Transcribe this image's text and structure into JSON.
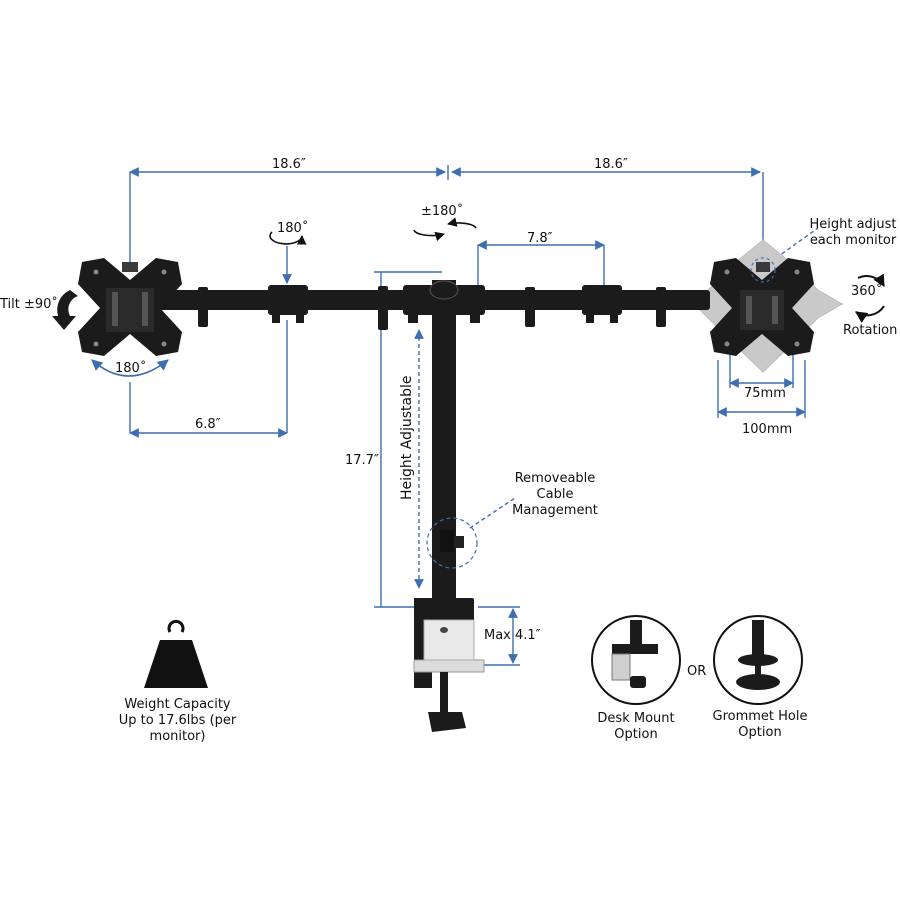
{
  "dimensions": {
    "left_arm": "18.6″",
    "right_arm": "18.6″",
    "rotation_center": "±180˚",
    "swivel_joint": "180˚",
    "vesa_swivel": "180˚",
    "tilt": "Tilt ±90˚",
    "segment_right": "7.8″",
    "segment_left": "6.8″",
    "pole_height": "17.7″",
    "height_adjustable": "Height Adjustable",
    "clamp_max": "Max 4.1″",
    "vesa_small": "75mm",
    "vesa_large": "100mm",
    "rotation_badge": "360˚",
    "rotation_label": "Rotation"
  },
  "callouts": {
    "height_adjust": [
      "Height adjust",
      "each monitor"
    ],
    "cable_management": [
      "Removeable",
      "Cable",
      "Management"
    ]
  },
  "weight": {
    "line1": "Weight Capacity",
    "line2": "Up to 17.6lbs (per monitor)"
  },
  "mount_options": {
    "desk_mount": [
      "Desk Mount",
      "Option"
    ],
    "or": "OR",
    "grommet": [
      "Grommet Hole",
      "Option"
    ]
  },
  "colors": {
    "dimension_line": "#3f6eb0",
    "metal": "#1b1b1b",
    "plate_grey": "#c9c9c9"
  }
}
